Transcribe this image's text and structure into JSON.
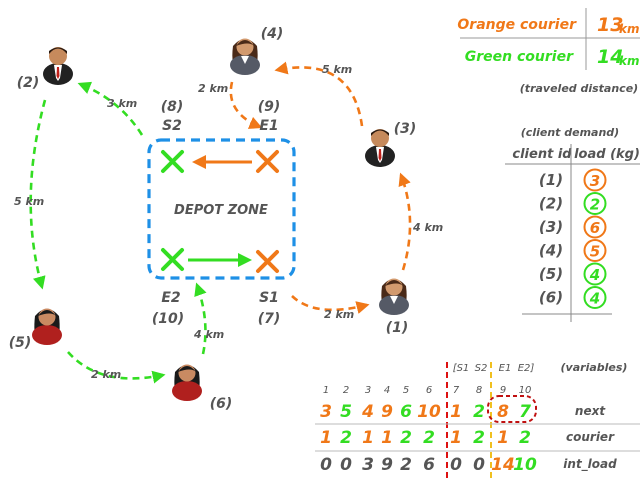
{
  "colors": {
    "orange": "#f07818",
    "green": "#33dd22",
    "depot_blue": "#1e90e6",
    "gray_text": "#555555",
    "red_divider": "#dd1111",
    "yellow_divider": "#f0c020"
  },
  "legend": {
    "orange_label": "Orange courier",
    "orange_value": "13",
    "green_label": "Green courier",
    "green_value": "14",
    "unit": "km",
    "caption": "(traveled distance)"
  },
  "demand_table": {
    "caption": "(client demand)",
    "col_client": "client id",
    "col_load": "load (kg)",
    "rows": [
      {
        "id": "(1)",
        "load": "3",
        "color": "orange"
      },
      {
        "id": "(2)",
        "load": "2",
        "color": "green"
      },
      {
        "id": "(3)",
        "load": "6",
        "color": "orange"
      },
      {
        "id": "(4)",
        "load": "5",
        "color": "orange"
      },
      {
        "id": "(5)",
        "load": "4",
        "color": "green"
      },
      {
        "id": "(6)",
        "load": "4",
        "color": "green"
      }
    ]
  },
  "depot": {
    "label": "DEPOT ZONE",
    "s2_index": "(8)",
    "s2_name": "S2",
    "e1_index": "(9)",
    "e1_name": "E1",
    "e2_name": "E2",
    "e2_index": "(10)",
    "s1_name": "S1",
    "s1_index": "(7)"
  },
  "clients": [
    {
      "label": "(1)",
      "icon": "person-female"
    },
    {
      "label": "(2)",
      "icon": "person-male"
    },
    {
      "label": "(3)",
      "icon": "person-male"
    },
    {
      "label": "(4)",
      "icon": "person-female"
    },
    {
      "label": "(5)",
      "icon": "person-female"
    },
    {
      "label": "(6)",
      "icon": "person-female"
    }
  ],
  "edges": [
    {
      "label": "2 km",
      "courier": "orange"
    },
    {
      "label": "4 km",
      "courier": "orange"
    },
    {
      "label": "5 km",
      "courier": "orange"
    },
    {
      "label": "2 km",
      "courier": "orange"
    },
    {
      "label": "3 km",
      "courier": "green"
    },
    {
      "label": "5 km",
      "courier": "green"
    },
    {
      "label": "2 km",
      "courier": "green"
    },
    {
      "label": "4 km",
      "courier": "green"
    }
  ],
  "variables": {
    "caption": "(variables)",
    "index_labels": [
      "1",
      "2",
      "3",
      "4",
      "5",
      "6",
      "7",
      "8",
      "9",
      "10"
    ],
    "group_labels": [
      "[S1",
      "S2",
      "E1",
      "E2]"
    ],
    "rows": [
      {
        "name": "next",
        "values": [
          "3",
          "5",
          "4",
          "9",
          "6",
          "10",
          "1",
          "2",
          "8",
          "7"
        ],
        "colors": [
          "orange",
          "green",
          "orange",
          "orange",
          "green",
          "orange",
          "orange",
          "green",
          "orange",
          "green"
        ]
      },
      {
        "name": "courier",
        "values": [
          "1",
          "2",
          "1",
          "1",
          "2",
          "2",
          "1",
          "2",
          "1",
          "2"
        ],
        "colors": [
          "orange",
          "green",
          "orange",
          "orange",
          "green",
          "green",
          "orange",
          "green",
          "orange",
          "green"
        ]
      },
      {
        "name": "int_load",
        "values": [
          "0",
          "0",
          "3",
          "9",
          "2",
          "6",
          "0",
          "0",
          "14",
          "10"
        ],
        "colors": [
          "gray",
          "gray",
          "gray",
          "gray",
          "gray",
          "gray",
          "gray",
          "gray",
          "orange",
          "green"
        ]
      }
    ]
  }
}
